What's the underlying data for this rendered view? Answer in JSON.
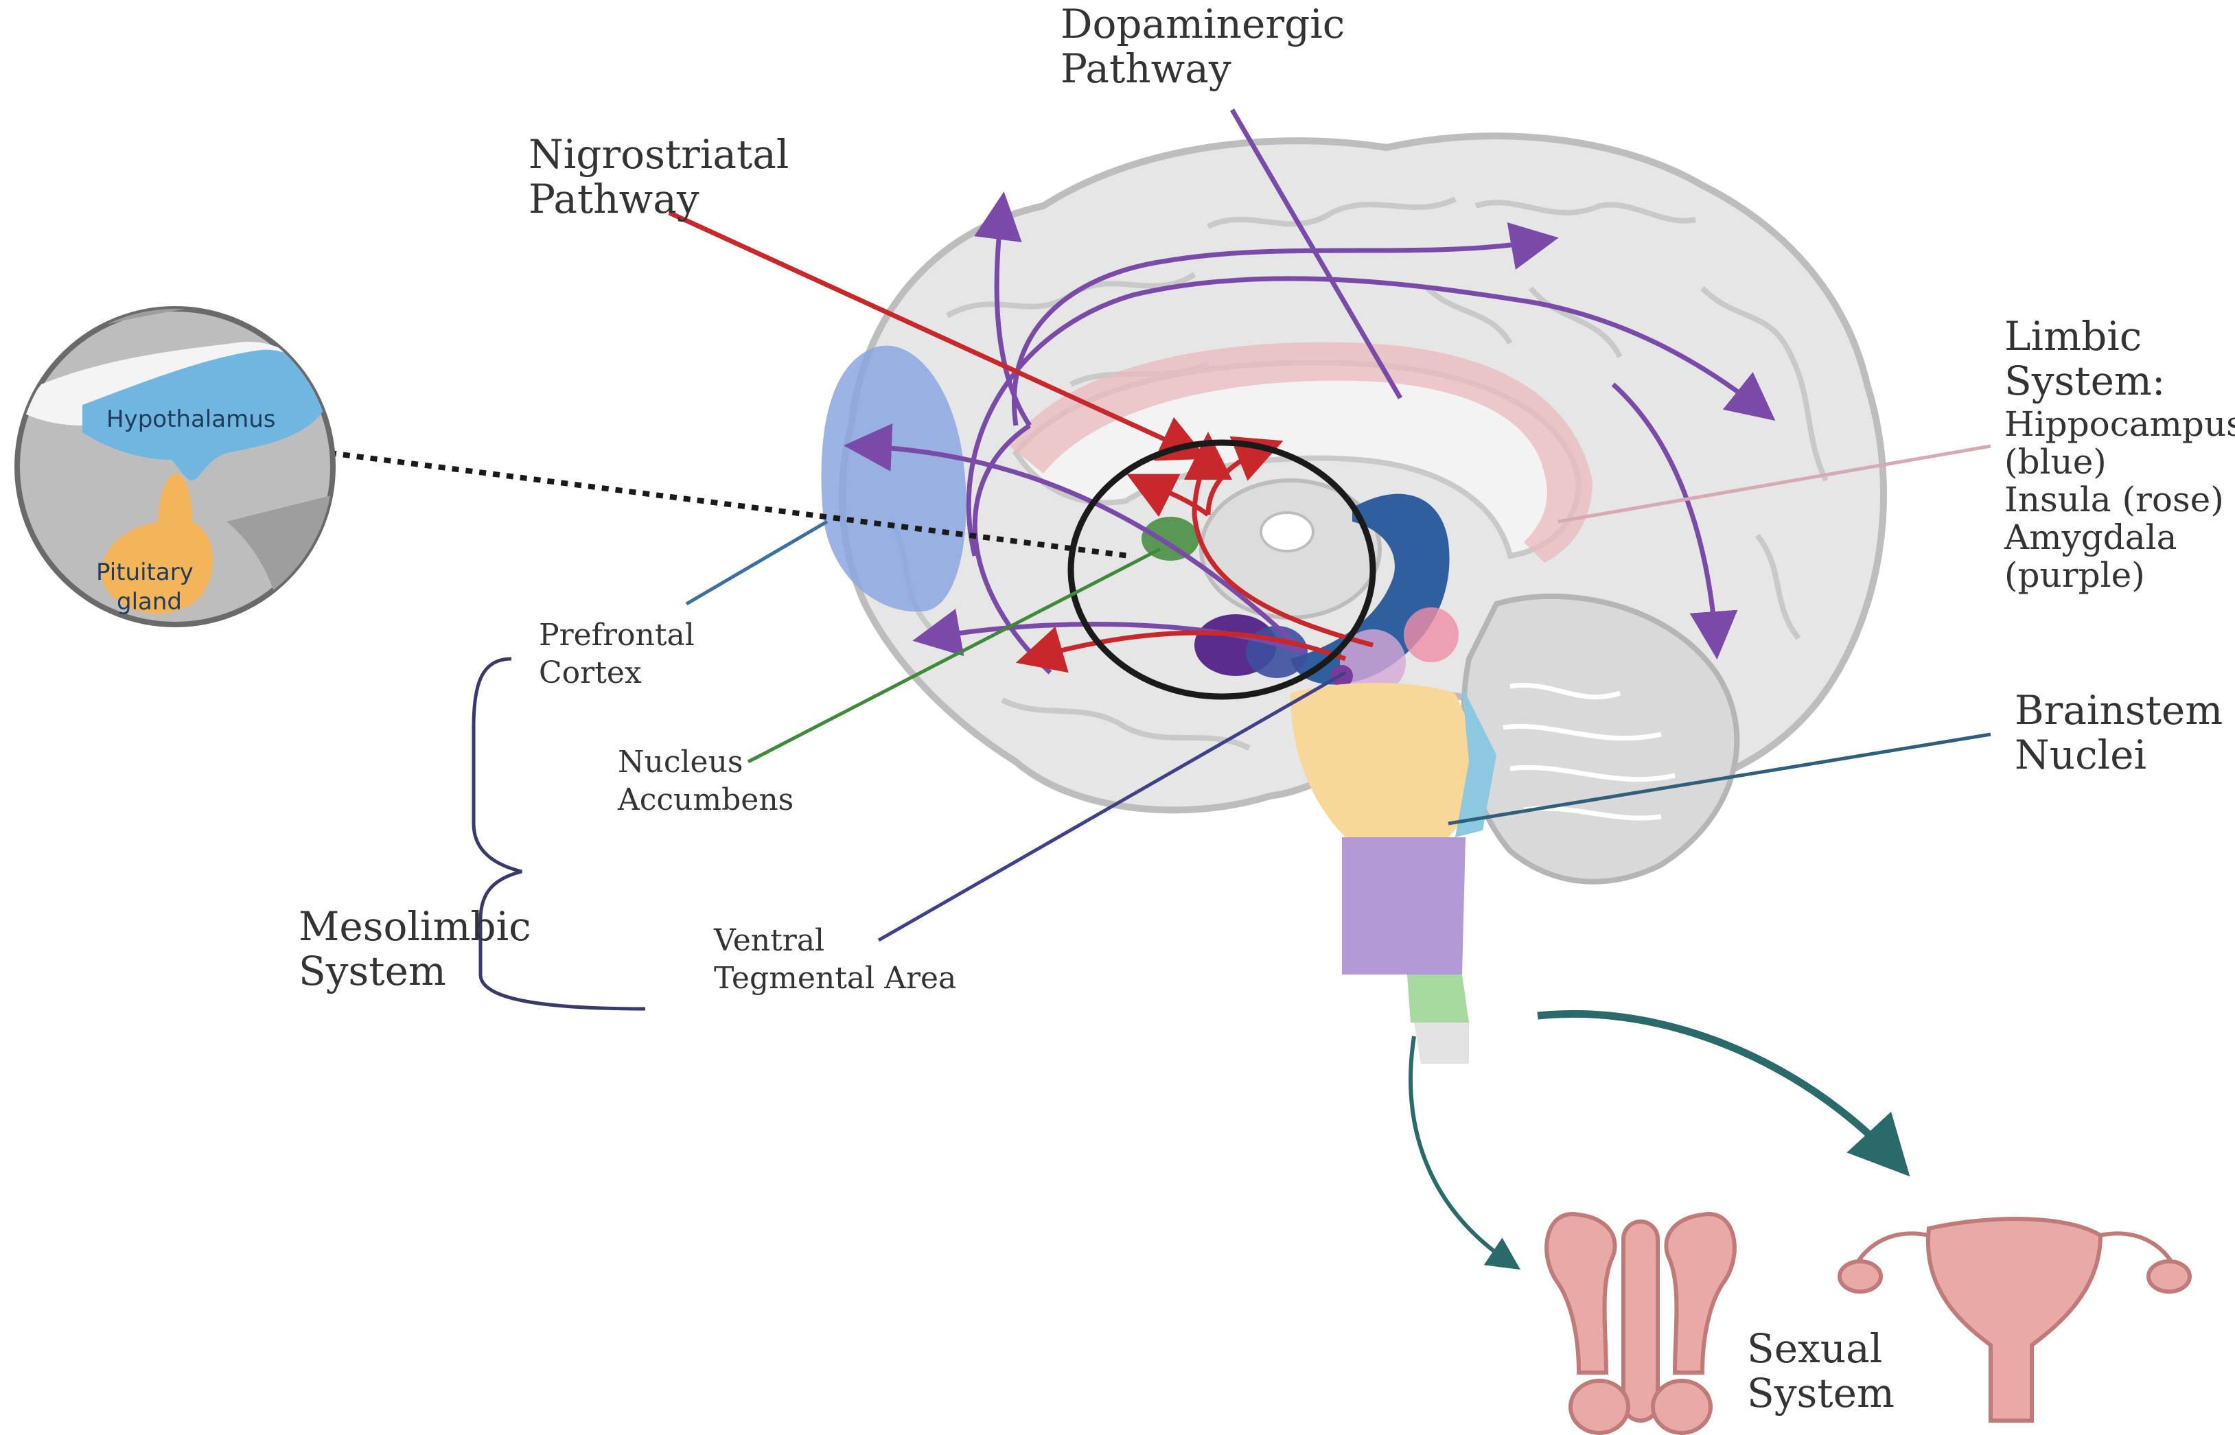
{
  "labels": {
    "dopaminergic": [
      "Dopaminergic",
      "Pathway"
    ],
    "nigrostriatal": [
      "Nigrostriatal",
      "Pathway"
    ],
    "limbic": [
      "Limbic",
      "System:",
      "Hippocampus",
      "(blue)",
      "Insula (rose)",
      "Amygdala",
      "(purple)"
    ],
    "prefrontal": [
      "Prefrontal",
      "Cortex"
    ],
    "nucleus": [
      "Nucleus",
      "Accumbens"
    ],
    "mesolimbic": [
      "Mesolimbic",
      "System"
    ],
    "vta": [
      "Ventral",
      "Tegmental Area"
    ],
    "brainstem": [
      "Brainstem",
      "Nuclei"
    ],
    "sexual": [
      "Sexual",
      "System"
    ],
    "hypothalamus": "Hypothalamus",
    "pituitary": [
      "Pituitary",
      "gland"
    ]
  },
  "colors": {
    "dopaminergic": "#7a4aa8",
    "nigrostriatal": "#c8282c",
    "nucleus": "#3f8a3a",
    "prefrontal": "#8aa6e0",
    "hippocampus": "#2f5f9e",
    "insula": "#e9b9bd",
    "amygdala": "#5a2d8c",
    "brainstem_pons": "#f8d898",
    "medulla": "#b39ad6",
    "spinal": "#a7d8a0",
    "hypothalamus": "#6fb6e0",
    "pituitary": "#f4b45a",
    "sexual": "#e9a9a4",
    "arrow_teal": "#2a6a6a"
  }
}
